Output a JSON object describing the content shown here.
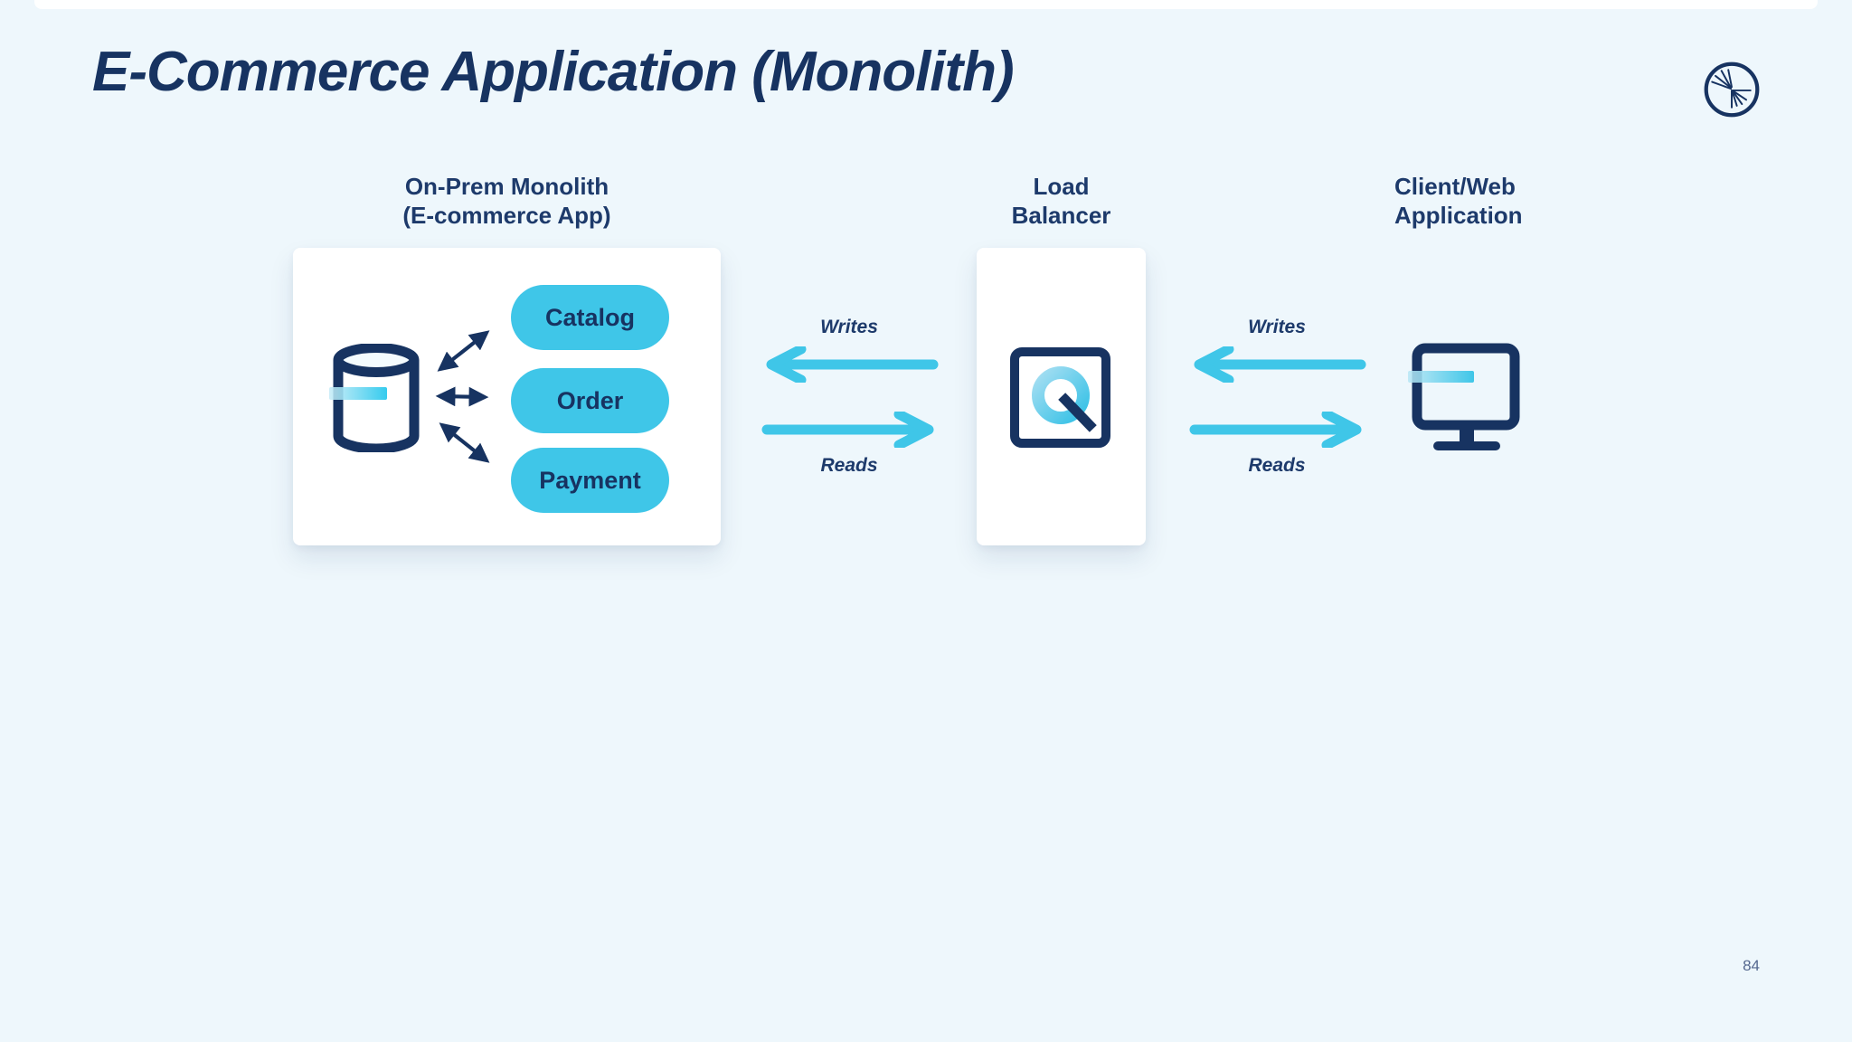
{
  "slide": {
    "title": "E-Commerce Application (Monolith)",
    "page_number": "84"
  },
  "colors": {
    "background": "#eef7fc",
    "navy": "#173361",
    "cyan": "#3fc6e8",
    "card": "#ffffff",
    "page_number_gray": "#55688f"
  },
  "icons": {
    "logo": "confluent-starburst-icon",
    "monolith_store": "database-cylinder-icon",
    "load_balancer": "q-ring-load-balancer-icon",
    "client": "desktop-monitor-icon"
  },
  "monolith": {
    "label_line1": "On-Prem Monolith",
    "label_line2": "(E-commerce App)",
    "services": [
      "Catalog",
      "Order",
      "Payment"
    ]
  },
  "load_balancer": {
    "label_line1": "Load",
    "label_line2": "Balancer"
  },
  "client": {
    "label_line1": "Client/Web",
    "label_line2": "Application"
  },
  "flows": {
    "monolith_lb": {
      "writes": "Writes",
      "reads": "Reads"
    },
    "lb_client": {
      "writes": "Writes",
      "reads": "Reads"
    }
  }
}
